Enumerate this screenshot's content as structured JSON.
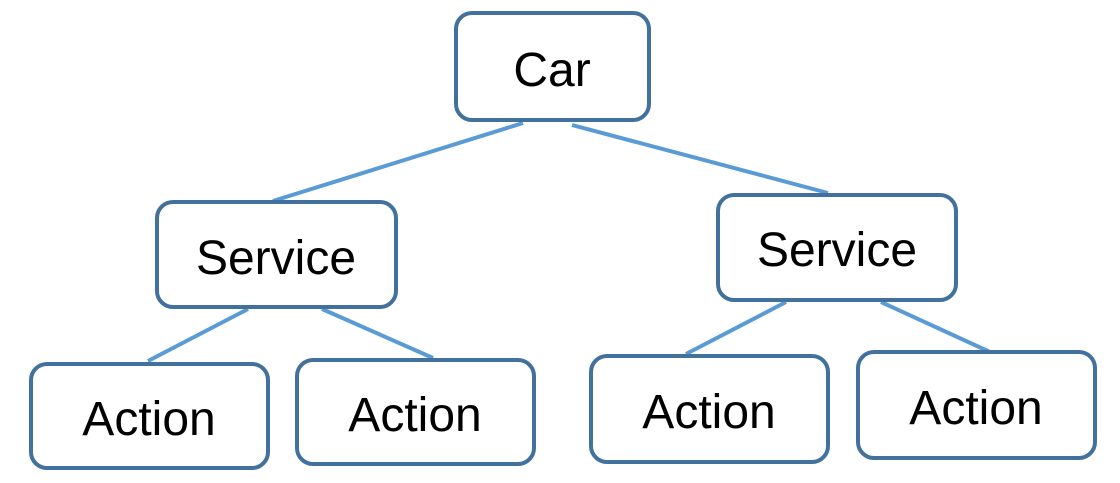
{
  "colors": {
    "connector": "#5b9bd5",
    "node_border": "#41719c",
    "node_fill": "#ffffff",
    "text": "#000000"
  },
  "tree": {
    "root": {
      "label": "Car"
    },
    "services": [
      {
        "label": "Service",
        "actions": [
          {
            "label": "Action"
          },
          {
            "label": "Action"
          }
        ]
      },
      {
        "label": "Service",
        "actions": [
          {
            "label": "Action"
          },
          {
            "label": "Action"
          }
        ]
      }
    ]
  }
}
